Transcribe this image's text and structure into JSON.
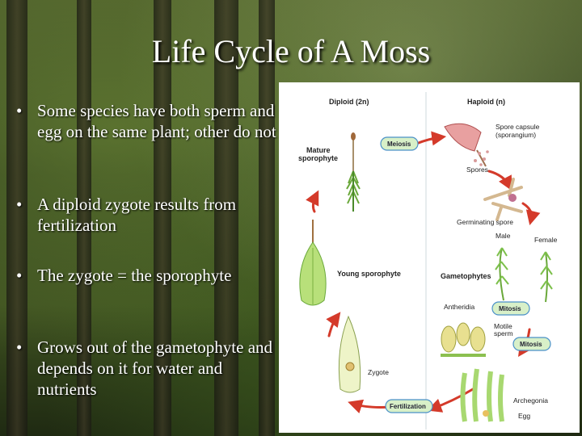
{
  "slide": {
    "title": "Life Cycle of A Moss",
    "bullet_symbol": "•",
    "bullets": [
      "Some species have both sperm and egg on the same plant; other do not",
      "A diploid zygote results from fertilization",
      "The zygote =  the sporophyte",
      "Grows out of the gametophyte and depends on it for water and nutrients"
    ]
  },
  "diagram": {
    "headers": {
      "diploid": "Diploid (2n)",
      "haploid": "Haploid (n)"
    },
    "labels": {
      "mature_sporophyte_1": "Mature",
      "mature_sporophyte_2": "sporophyte",
      "spore_capsule_1": "Spore capsule",
      "spore_capsule_2": "(sporangium)",
      "spores": "Spores",
      "germinating_spore": "Germinating spore",
      "male": "Male",
      "female": "Female",
      "young_sporophyte": "Young sporophyte",
      "gametophytes": "Gametophytes",
      "antheridia": "Antheridia",
      "motile_sperm_1": "Motile",
      "motile_sperm_2": "sperm",
      "zygote": "Zygote",
      "archegonia": "Archegonia",
      "egg": "Egg"
    },
    "pills": {
      "meiosis": "Meiosis",
      "mitosis_1": "Mitosis",
      "mitosis_2": "Mitosis",
      "fertilization": "Fertilization"
    }
  },
  "colors": {
    "pill_fill": "#d8f0c8",
    "pill_stroke": "#4a90c8",
    "arrow": "#d43a2a",
    "plant_green": "#7cc04a"
  }
}
